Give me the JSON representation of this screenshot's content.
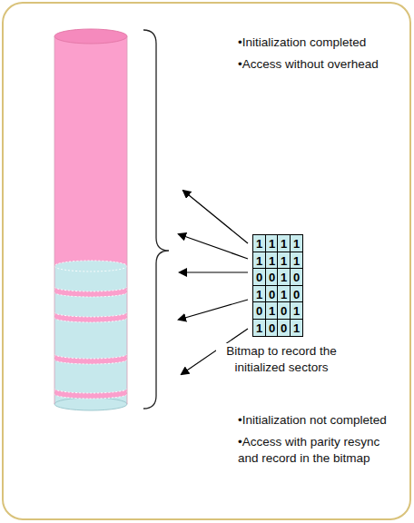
{
  "diagram": {
    "labels": [
      "•Initialization completed",
      "•Access without overhead",
      "1",
      "1",
      "1",
      "1",
      "1",
      "1",
      "1",
      "1",
      "0",
      "0",
      "1",
      "0",
      "1",
      "0",
      "1",
      "0",
      "0",
      "1",
      "0",
      "1",
      "1",
      "0",
      "0",
      "1",
      "Bitmap to record the initialized sectors",
      "•Initialization not completed",
      "•Access with parity resync and record in the bitmap"
    ]
  }
}
